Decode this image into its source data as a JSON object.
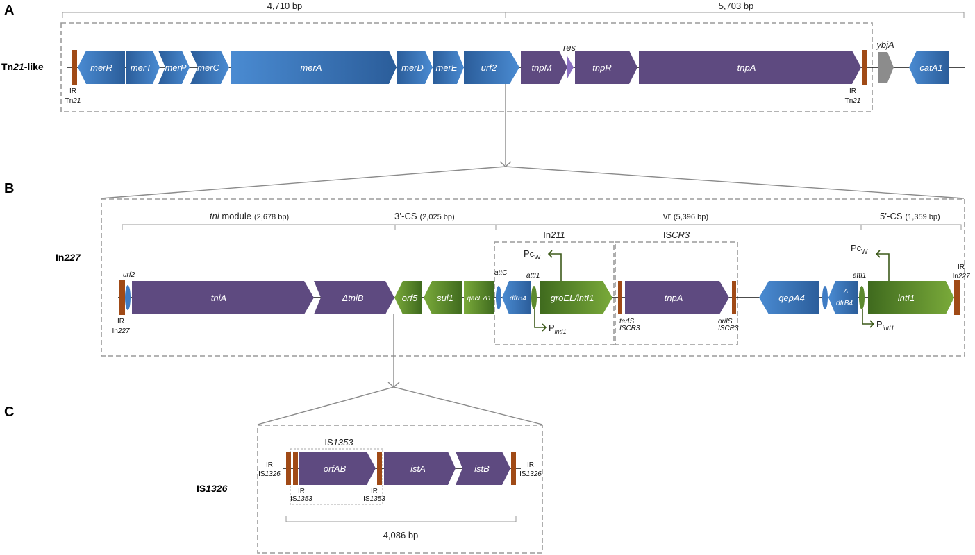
{
  "panels": [
    "A",
    "B",
    "C"
  ],
  "colors": {
    "mer_blue": "#3f7cc4",
    "transposase_purple": "#5e4a80",
    "cassette_green": "#5c8a2e",
    "inverted_repeat": "#a04a16",
    "ybjA_grey": "#8c8c8c",
    "frame_dashed": "#9a9a9a"
  },
  "panelA": {
    "row_label_prefix": "Tn",
    "row_label_italic": "21",
    "row_label_suffix": "-like",
    "span_left": "4,710 bp",
    "span_right": "5,703 bp",
    "genes": [
      "merR",
      "merT",
      "merP",
      "merC",
      "merA",
      "merD",
      "merE",
      "urf2",
      "tnpM",
      "res",
      "tnpR",
      "tnpA",
      "ybjA",
      "catA1"
    ],
    "ir_left_line1": "IR",
    "ir_left_line2_prefix": "Tn",
    "ir_left_line2_italic": "21",
    "ir_right_line1": "IR",
    "ir_right_line2_prefix": "Tn",
    "ir_right_line2_italic": "21"
  },
  "panelB": {
    "row_label_prefix": "In",
    "row_label_italic": "227",
    "modules": [
      {
        "name_italic": "tni",
        "name_rest": " module",
        "size": "(2,678 bp)"
      },
      {
        "name_italic": "",
        "name_rest": "3’-CS",
        "size": "(2,025 bp)"
      },
      {
        "name_italic": "",
        "name_rest": "vr",
        "size": "(5,396 bp)"
      },
      {
        "name_italic": "",
        "name_rest": "5’-CS",
        "size": "(1,359 bp)"
      }
    ],
    "subbox_in211_prefix": "In",
    "subbox_in211_italic": "211",
    "subbox_iscr3_prefix": "IS",
    "subbox_iscr3_italic": "CR3",
    "genes": [
      "urf2",
      "tniA",
      "ΔtniB",
      "orf5",
      "sul1",
      "qacEΔ1",
      "dfrB4",
      "groEL/intI1",
      "tnpA",
      "qepA4",
      "Δ",
      "dfrB4",
      "intI1"
    ],
    "sites": {
      "attC": "attC",
      "attI1_first": "attI1",
      "attI1_second": "attI1",
      "terIS_1": "terIS",
      "terIS_2": "ISCR3",
      "oriIS_1": "oriIS",
      "oriIS_2": "ISCR3"
    },
    "promoters": {
      "pc_main": "Pc",
      "pc_sub": "W",
      "pintl_main": "P",
      "pintl_sub": "intI1"
    },
    "ir_left_line1": "IR",
    "ir_left_line2_prefix": "In",
    "ir_left_line2_italic": "227",
    "ir_right_line1": "IR",
    "ir_right_line2_prefix": "In",
    "ir_right_line2_italic": "227"
  },
  "panelC": {
    "row_label_prefix": "IS",
    "row_label_italic": "1326",
    "subbox_prefix": "IS",
    "subbox_italic": "1353",
    "genes": [
      "orfAB",
      "istA",
      "istB"
    ],
    "ir_outer_line1": "IR",
    "ir_outer_line2_prefix": "IS",
    "ir_outer_line2_italic": "1326",
    "ir_inner_line1": "IR",
    "ir_inner_line2_prefix": "IS",
    "ir_inner_line2_italic": "1353",
    "span": "4,086 bp"
  }
}
